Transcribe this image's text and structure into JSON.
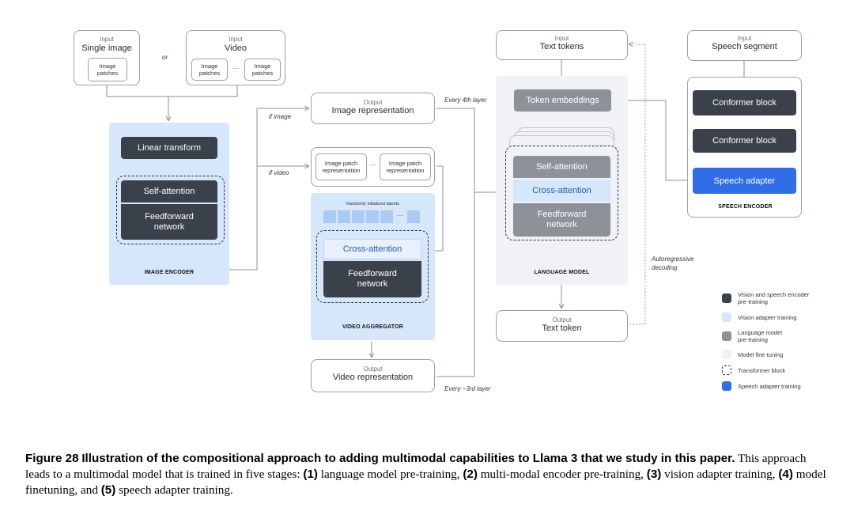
{
  "inputs": {
    "input_label": "Input",
    "single_image": "Single image",
    "image_patches": "Image patches",
    "or": "or",
    "video": "Video",
    "ellipsis": "···",
    "text_tokens": "Text tokens",
    "speech_segment": "Speech segment"
  },
  "image_encoder": {
    "linear_transform": "Linear transform",
    "self_attention": "Self-attention",
    "feedforward": "Feedforward network",
    "label": "IMAGE ENCODER"
  },
  "edges": {
    "if_image": "if image",
    "if_video": "if video",
    "every_4th": "Every 4th layer",
    "every_3rd": "Every ~3rd layer",
    "autoregressive": "Autoregressive decoding"
  },
  "outputs": {
    "output_label": "Output",
    "image_representation": "Image representation",
    "video_representation": "Video representation",
    "text_token": "Text token"
  },
  "video_aggregator": {
    "image_patch_representation": "Image patch representation",
    "ellipsis": "···",
    "latents_label": "Randomly initialized latents",
    "latent_ellipsis": "···",
    "cross_attention": "Cross-attention",
    "feedforward": "Feedforward network",
    "label": "VIDEO AGGREGATOR"
  },
  "language_model": {
    "token_embeddings": "Token embeddings",
    "self_attention": "Self-attention",
    "cross_attention": "Cross-attention",
    "feedforward": "Feedforward network",
    "label": "LANGUAGE MODEL"
  },
  "speech_encoder": {
    "conformer_1": "Conformer block",
    "conformer_2": "Conformer block",
    "speech_adapter": "Speech adapter",
    "label": "SPEECH ENCODER"
  },
  "legend": [
    {
      "label": "Vision and speech encoder pre-training",
      "color": "#3a414b"
    },
    {
      "label": "Vision adapter training",
      "color": "#d6e7fb"
    },
    {
      "label": "Language model pre-training",
      "color": "#8d9299"
    },
    {
      "label": "Model fine tuning",
      "color": "#f1f2f5"
    },
    {
      "label": "Transformer block",
      "color": "#ffffff"
    },
    {
      "label": "Speech adapter training",
      "color": "#2f6ee6"
    }
  ],
  "caption": {
    "figure": "Figure 28",
    "title": "Illustration of the compositional approach to adding multimodal capabilities to Llama 3 that we study in this paper.",
    "text_a": "This approach leads to a multimodal model that is trained in five stages:",
    "n1": "(1)",
    "s1": "language model pre-training,",
    "n2": "(2)",
    "s2": "multi-modal encoder pre-training,",
    "n3": "(3)",
    "s3": "vision adapter training,",
    "n4": "(4)",
    "s4": "model finetuning, and",
    "n5": "(5)",
    "s5": "speech adapter training."
  }
}
